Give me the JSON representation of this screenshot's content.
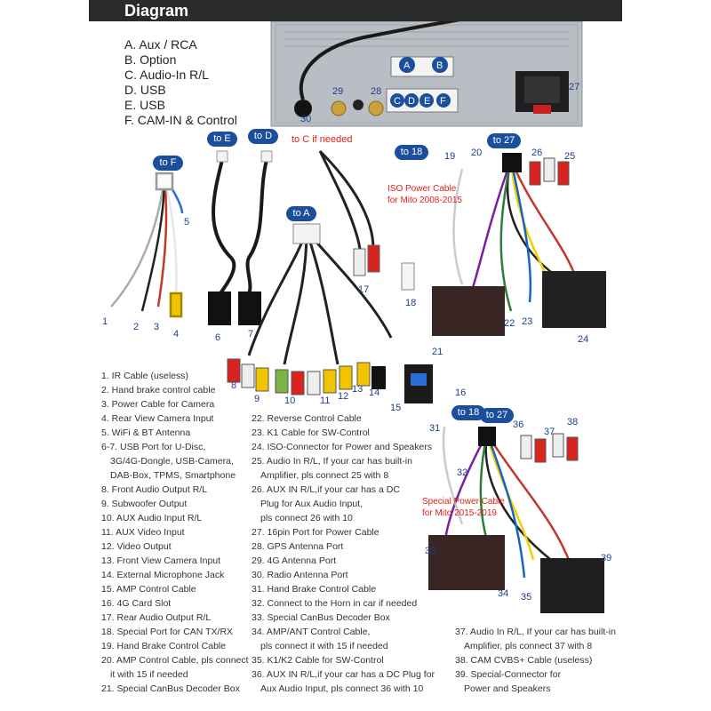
{
  "header": {
    "title": "Diagram"
  },
  "legend": [
    "A. Aux / RCA",
    "B. Option",
    "C. Audio-In R/L",
    "D. USB",
    "E. USB",
    "F.  CAM-IN & Control"
  ],
  "unit_labels": {
    "a": "A",
    "b": "B",
    "c": "C",
    "d": "D",
    "e": "E",
    "f": "F",
    "n27": "27",
    "n28": "28",
    "n29": "29",
    "n30": "30"
  },
  "badges": {
    "to_e": "to E",
    "to_d": "to D",
    "to_f": "to F",
    "to_a": "to A",
    "to_18_top": "to 18",
    "to_27_top": "to 27",
    "to_18_bottom": "to 18",
    "to_27_bottom": "to 27"
  },
  "annotations": {
    "to_c": "to C if needed",
    "iso_cable_1": "ISO Power Cable",
    "iso_cable_2": "for Mito 2008-2015",
    "special_cable_1": "Special Power Cable",
    "special_cable_2": "for Mito 2015-2019"
  },
  "callouts": {
    "n1": "1",
    "n2": "2",
    "n3": "3",
    "n4": "4",
    "n5": "5",
    "n6": "6",
    "n7": "7",
    "n8": "8",
    "n9": "9",
    "n10": "10",
    "n11": "11",
    "n12": "12",
    "n13": "13",
    "n14": "14",
    "n15": "15",
    "n16": "16",
    "n17": "17",
    "n18": "18",
    "n19": "19",
    "n20": "20",
    "n21": "21",
    "n22": "22",
    "n23": "23",
    "n24": "24",
    "n25": "25",
    "n26": "26",
    "n31": "31",
    "n32": "32",
    "n33": "33",
    "n34": "34",
    "n35": "35",
    "n36": "36",
    "n37": "37",
    "n38": "38",
    "n39": "39"
  },
  "list_col1": [
    {
      "t": "1. IR Cable (useless)",
      "i": false
    },
    {
      "t": "2. Hand brake control cable",
      "i": false
    },
    {
      "t": "3. Power Cable for Camera",
      "i": false
    },
    {
      "t": "4. Rear View Camera Input",
      "i": false
    },
    {
      "t": "5. WiFi & BT Antenna",
      "i": false
    },
    {
      "t": "6-7. USB Port for U-Disc,",
      "i": false
    },
    {
      "t": "3G/4G-Dongle, USB-Camera,",
      "i": true
    },
    {
      "t": "DAB-Box, TPMS, Smartphone",
      "i": true
    },
    {
      "t": "8. Front Audio Output R/L",
      "i": false
    },
    {
      "t": "9. Subwoofer Output",
      "i": false
    },
    {
      "t": "10. AUX Audio Input R/L",
      "i": false
    },
    {
      "t": "11. AUX Video Input",
      "i": false
    },
    {
      "t": "12. Video Output",
      "i": false
    },
    {
      "t": "13. Front View Camera Input",
      "i": false
    },
    {
      "t": "14. External Microphone Jack",
      "i": false
    },
    {
      "t": "15. AMP Control Cable",
      "i": false
    },
    {
      "t": "16. 4G Card Slot",
      "i": false
    },
    {
      "t": "17. Rear Audio Output R/L",
      "i": false
    },
    {
      "t": "18. Special Port for CAN TX/RX",
      "i": false
    },
    {
      "t": "19. Hand Brake Control Cable",
      "i": false
    },
    {
      "t": "20. AMP Control Cable, pls connect",
      "i": false
    },
    {
      "t": "it with 15 if needed",
      "i": true
    },
    {
      "t": "21. Special CanBus Decoder Box",
      "i": false
    }
  ],
  "list_col2": [
    {
      "t": "22. Reverse Control Cable",
      "i": false
    },
    {
      "t": "23. K1 Cable for SW-Control",
      "i": false
    },
    {
      "t": "24. ISO-Connector for Power and Speakers",
      "i": false
    },
    {
      "t": "25. Audio In R/L, If your car has built-in",
      "i": false
    },
    {
      "t": "Amplifier, pls connect 25 with 8",
      "i": true
    },
    {
      "t": "26. AUX IN R/L,if your car has a DC",
      "i": false
    },
    {
      "t": "Plug for Aux Audio Input,",
      "i": true
    },
    {
      "t": "pls connect 26 with 10",
      "i": true
    },
    {
      "t": "27. 16pin Port for Power Cable",
      "i": false
    },
    {
      "t": "28. GPS Antenna Port",
      "i": false
    },
    {
      "t": "29. 4G Antenna Port",
      "i": false
    },
    {
      "t": "30. Radio Antenna Port",
      "i": false
    },
    {
      "t": "31. Hand Brake Control Cable",
      "i": false
    },
    {
      "t": "32. Connect to the Horn in car if needed",
      "i": false
    },
    {
      "t": "33. Special CanBus Decoder Box",
      "i": false
    },
    {
      "t": "34. AMP/ANT Control Cable,",
      "i": false
    },
    {
      "t": "pls connect it with 15 if needed",
      "i": true
    },
    {
      "t": "35. K1/K2 Cable for SW-Control",
      "i": false
    },
    {
      "t": "36. AUX IN R/L,if your car has a DC Plug for",
      "i": false
    },
    {
      "t": "Aux Audio Input, pls connect 36 with 10",
      "i": true
    }
  ],
  "list_col3": [
    {
      "t": "37. Audio In R/L, If your car has built-in",
      "i": false
    },
    {
      "t": "Amplifier, pls connect 37 with 8",
      "i": true
    },
    {
      "t": "38. CAM CVBS+ Cable (useless)",
      "i": false
    },
    {
      "t": "39. Special-Connector for",
      "i": false
    },
    {
      "t": "Power and Speakers",
      "i": true
    }
  ],
  "colors": {
    "header_bg": "#2b2b2b",
    "badge": "#1b4f9c",
    "callout": "#1b3f8a",
    "annotation": "#e0201b",
    "unit_body": "#b7bcc2",
    "rca_red": "#d8231f",
    "rca_white": "#eeeeee",
    "rca_yellow": "#f2c400"
  }
}
